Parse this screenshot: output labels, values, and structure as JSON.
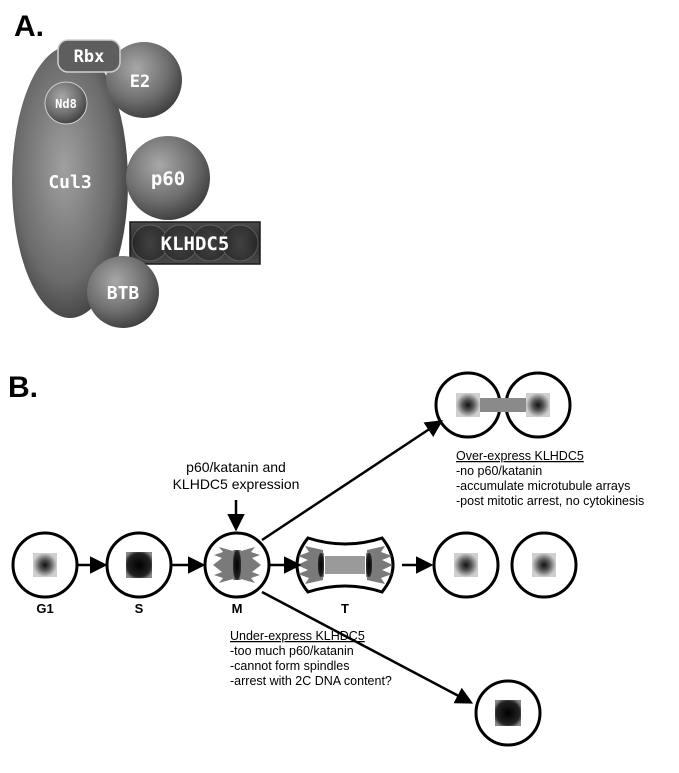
{
  "panel_a": {
    "label": "A.",
    "components": {
      "rbx": "Rbx",
      "e2": "E2",
      "nd8": "Nd8",
      "cul3": "Cul3",
      "p60": "p60",
      "klhdc5": "KLHDC5",
      "btb": "BTB"
    }
  },
  "panel_b": {
    "label": "B.",
    "phases": {
      "g1": "G1",
      "s": "S",
      "m": "M",
      "t": "T"
    },
    "expression_note": [
      "p60/katanin and",
      "KLHDC5 expression"
    ],
    "over_express": {
      "title": "Over-express KLHDC5",
      "lines": [
        "-no p60/katanin",
        "-accumulate microtubule arrays",
        "-post mitotic arrest, no cytokinesis"
      ]
    },
    "under_express": {
      "title": "Under-express KLHDC5",
      "lines": [
        "-too much p60/katanin",
        "-cannot form spindles",
        "-arrest with 2C DNA content?"
      ]
    }
  }
}
